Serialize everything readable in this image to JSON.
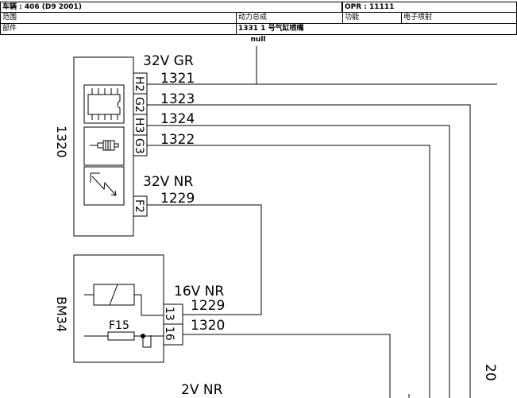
{
  "header": {
    "vehicle": "车辆 : 406 (D9 2001)",
    "opr": "OPR : 11111",
    "scope_label": "范围",
    "scope_value": "动力总成",
    "function_label": "功能",
    "function_value": "电子喷射",
    "part_label": "部件",
    "part_value": "1331 1 号气缸喷嘴"
  },
  "subtitle": "null",
  "diagram": {
    "ecu": {
      "id": "1320",
      "connector_top": "32V GR",
      "pins_top": [
        "H2",
        "G2",
        "H3",
        "G3"
      ],
      "wires_top": [
        "1321",
        "1323",
        "1324",
        "1322"
      ],
      "connector_bottom": "32V NR",
      "pin_bottom": "F2",
      "wire_bottom": "1229"
    },
    "relay": {
      "id": "BM34",
      "connector": "16V NR",
      "pins": [
        "13",
        "16"
      ],
      "wires": [
        "1229",
        "1320"
      ],
      "fuse": "F15"
    },
    "bottom_connector": "2V NR",
    "edge_label": "20"
  }
}
